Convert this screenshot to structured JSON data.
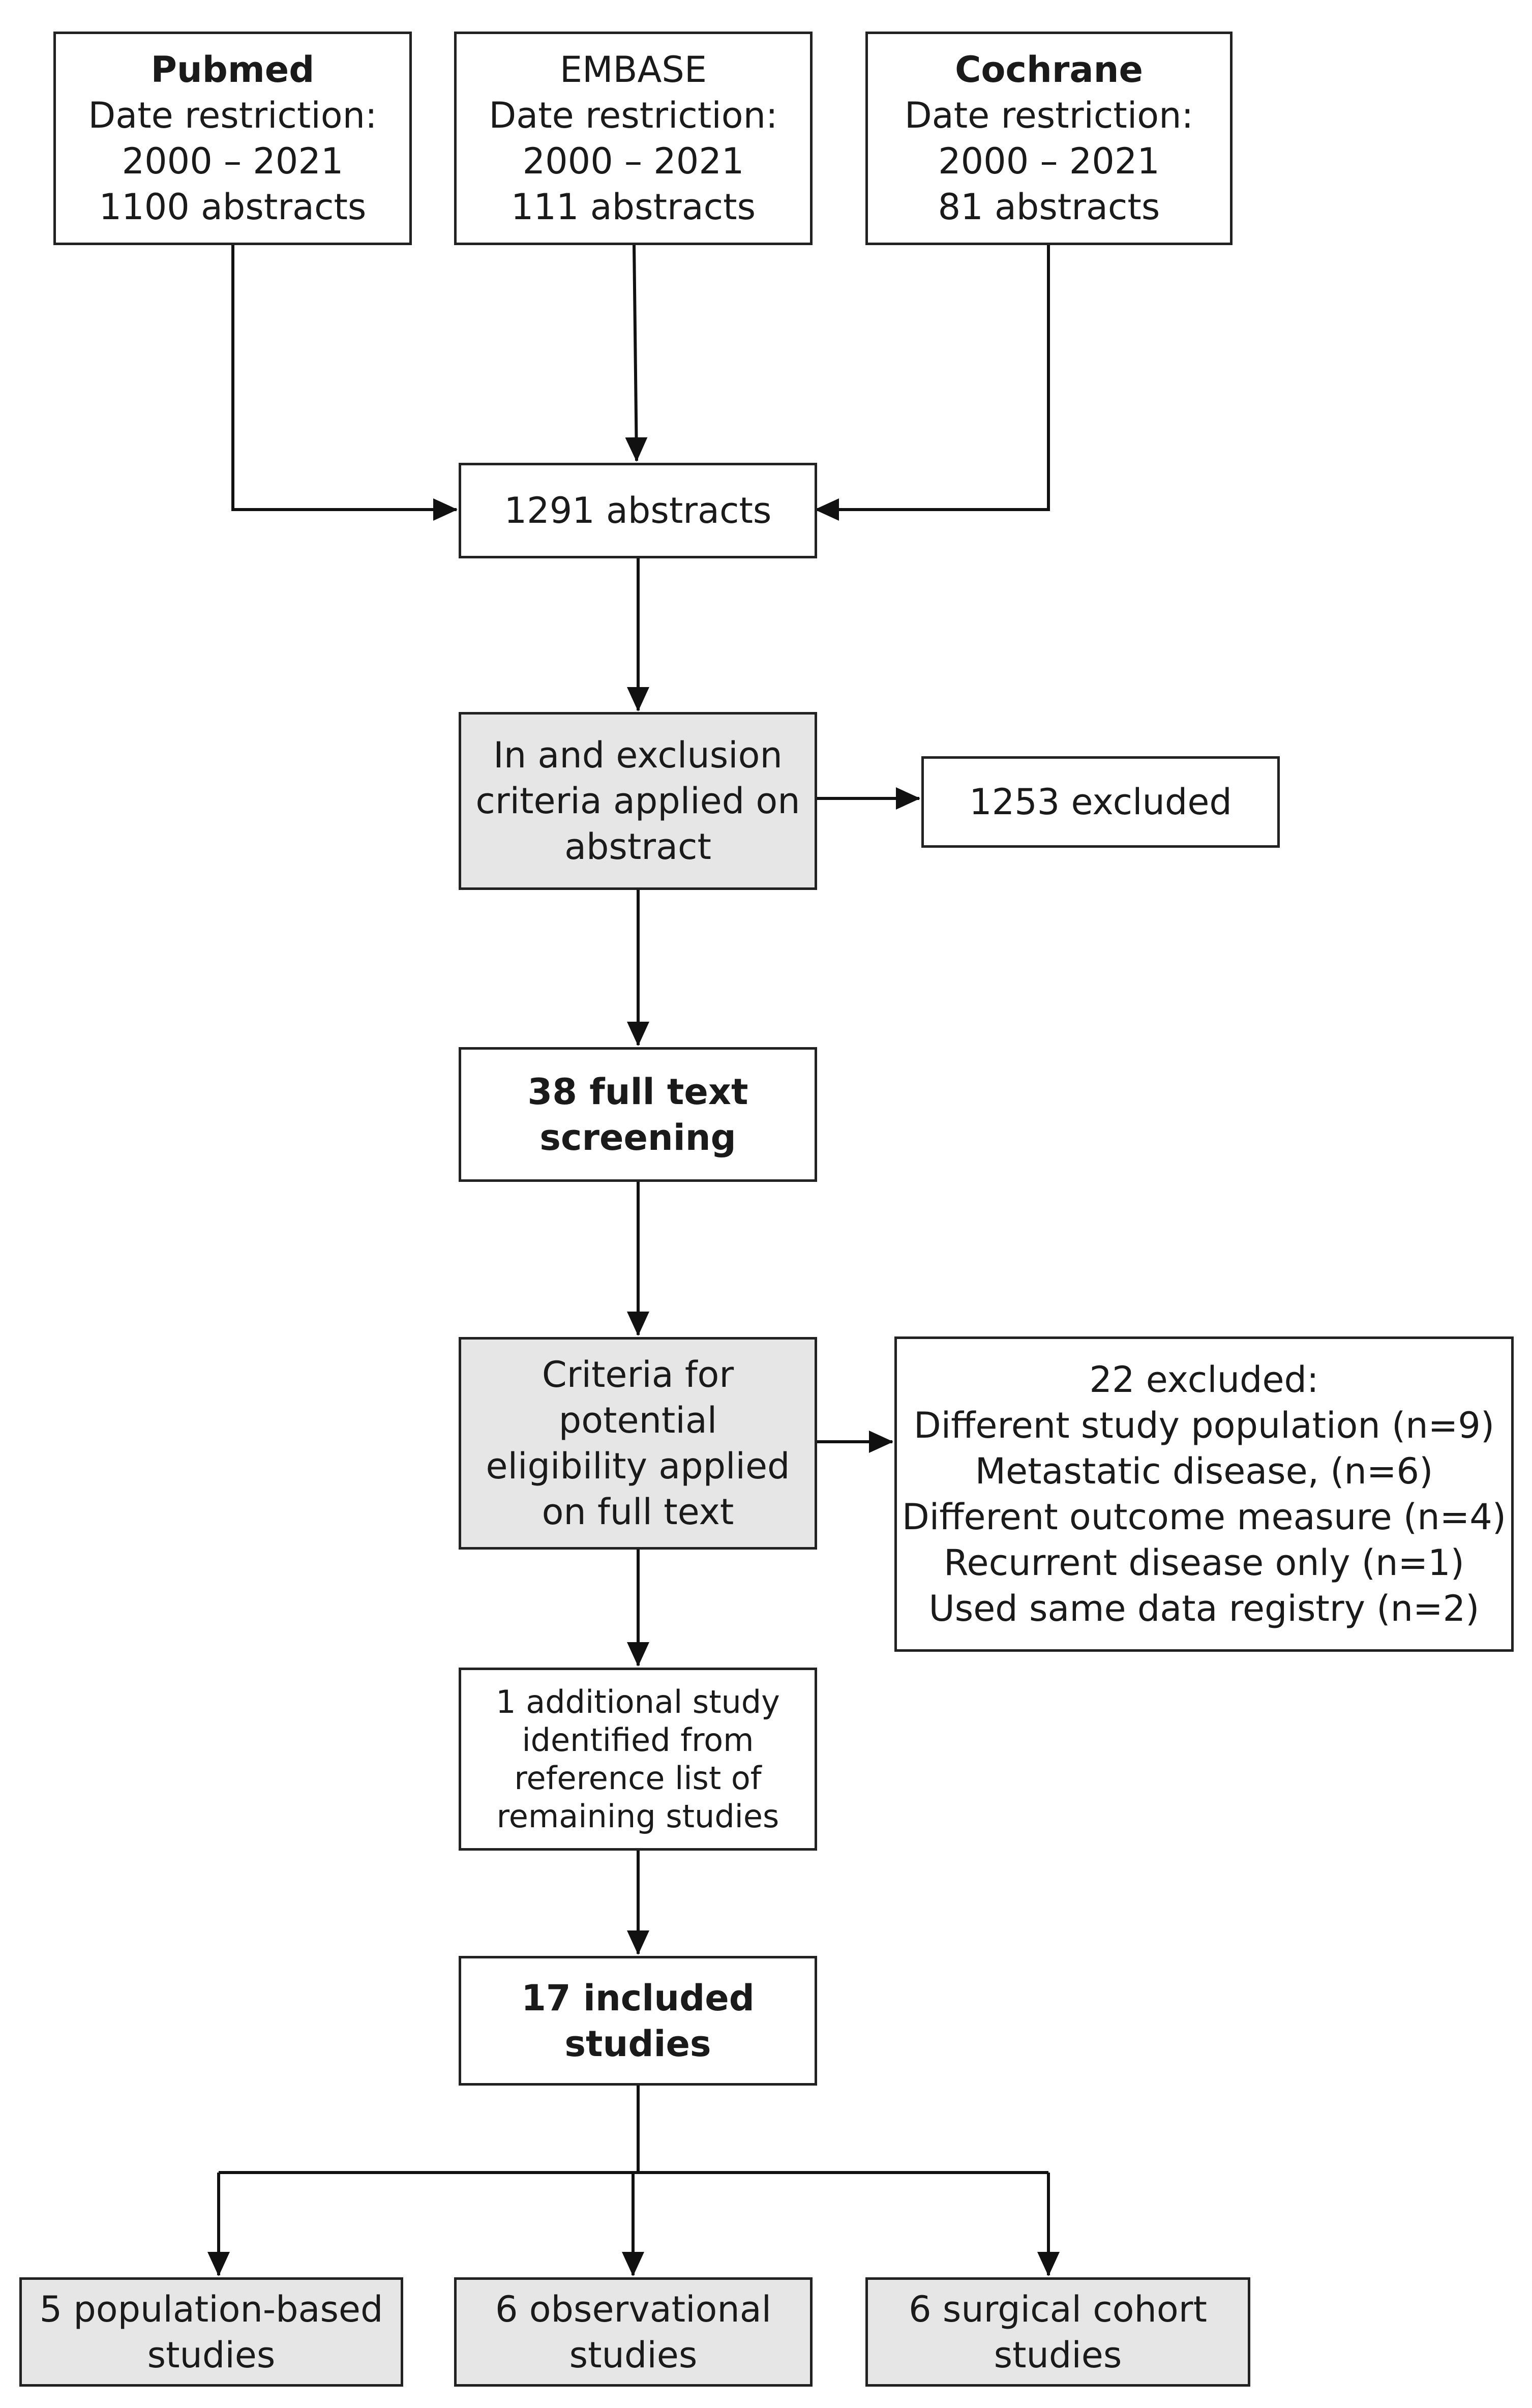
{
  "sources": {
    "pubmed": {
      "title": "Pubmed",
      "line1": "Date restriction:",
      "line2": "2000 – 2021",
      "line3": "1100 abstracts"
    },
    "embase": {
      "title": "EMBASE",
      "line1": "Date restriction:",
      "line2": "2000 – 2021",
      "line3": "111 abstracts"
    },
    "cochrane": {
      "title": "Cochrane",
      "line1": "Date restriction:",
      "line2": "2000 – 2021",
      "line3": "81 abstracts"
    }
  },
  "combined": {
    "label": "1291 abstracts"
  },
  "abstract_screen": {
    "line1": "In and exclusion",
    "line2": "criteria applied on",
    "line3": "abstract"
  },
  "abstract_excluded": {
    "label": "1253 excluded"
  },
  "fulltext_screen": {
    "line1": "38 full text",
    "line2": "screening"
  },
  "eligibility": {
    "line1": "Criteria for",
    "line2": "potential",
    "line3": "eligibility applied",
    "line4": "on full text"
  },
  "fulltext_excluded": {
    "title": "22 excluded:",
    "reasons": [
      "Different study population (n=9)",
      "Metastatic disease, (n=6)",
      "Different outcome measure (n=4)",
      "Recurrent disease only (n=1)",
      "Used same data registry (n=2)"
    ]
  },
  "additional": {
    "line1": "1 additional study",
    "line2": "identified from",
    "line3": "reference list of",
    "line4": "remaining studies"
  },
  "included": {
    "line1": "17 included",
    "line2": "studies"
  },
  "categories": {
    "population": {
      "line1": "5 population-based",
      "line2": "studies"
    },
    "observational": {
      "line1": "6 observational",
      "line2": "studies"
    },
    "surgical": {
      "line1": "6 surgical cohort",
      "line2": "studies"
    }
  }
}
